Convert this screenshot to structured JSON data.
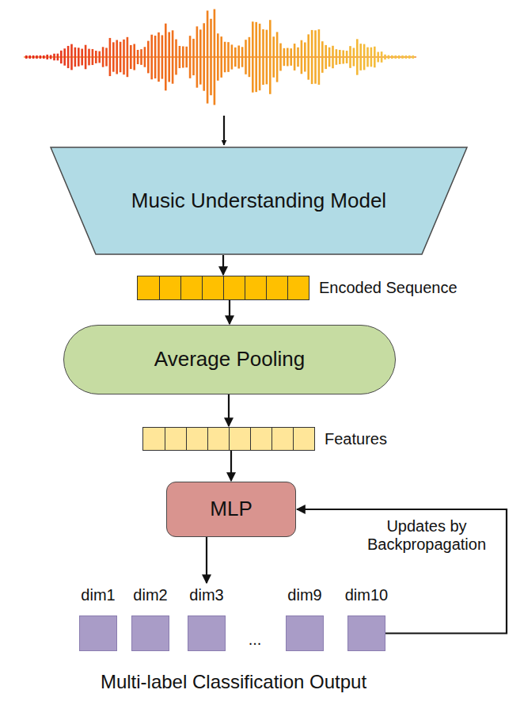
{
  "diagram": {
    "nodes": [
      {
        "text": [
          "Music Understanding Model"
        ]
      },
      {
        "text": [
          "Encoded Sequence"
        ]
      },
      {
        "text": [
          "Average Pooling"
        ]
      },
      {
        "text": [
          "Features"
        ]
      },
      {
        "text": [
          "MLP"
        ]
      },
      {
        "text": [
          "dim1"
        ]
      },
      {
        "text": [
          "dim2"
        ]
      },
      {
        "text": [
          "dim3"
        ]
      },
      {
        "text": [
          "dim9"
        ]
      },
      {
        "text": [
          "dim10"
        ]
      }
    ],
    "edges": [
      {
        "from": 0,
        "to": 1,
        "arrow": "to"
      },
      {
        "from": 1,
        "to": 2,
        "arrow": "to"
      },
      {
        "from": 2,
        "to": 3,
        "arrow": "to"
      },
      {
        "from": 3,
        "to": 4,
        "arrow": "to"
      },
      {
        "from": 4,
        "to": 7,
        "arrow": "to"
      },
      {
        "from": 9,
        "to": 4,
        "label": "Updates by Backpropagation",
        "arrow": "to"
      }
    ],
    "labels": [
      "...",
      "Multi-label Classification Output"
    ]
  }
}
